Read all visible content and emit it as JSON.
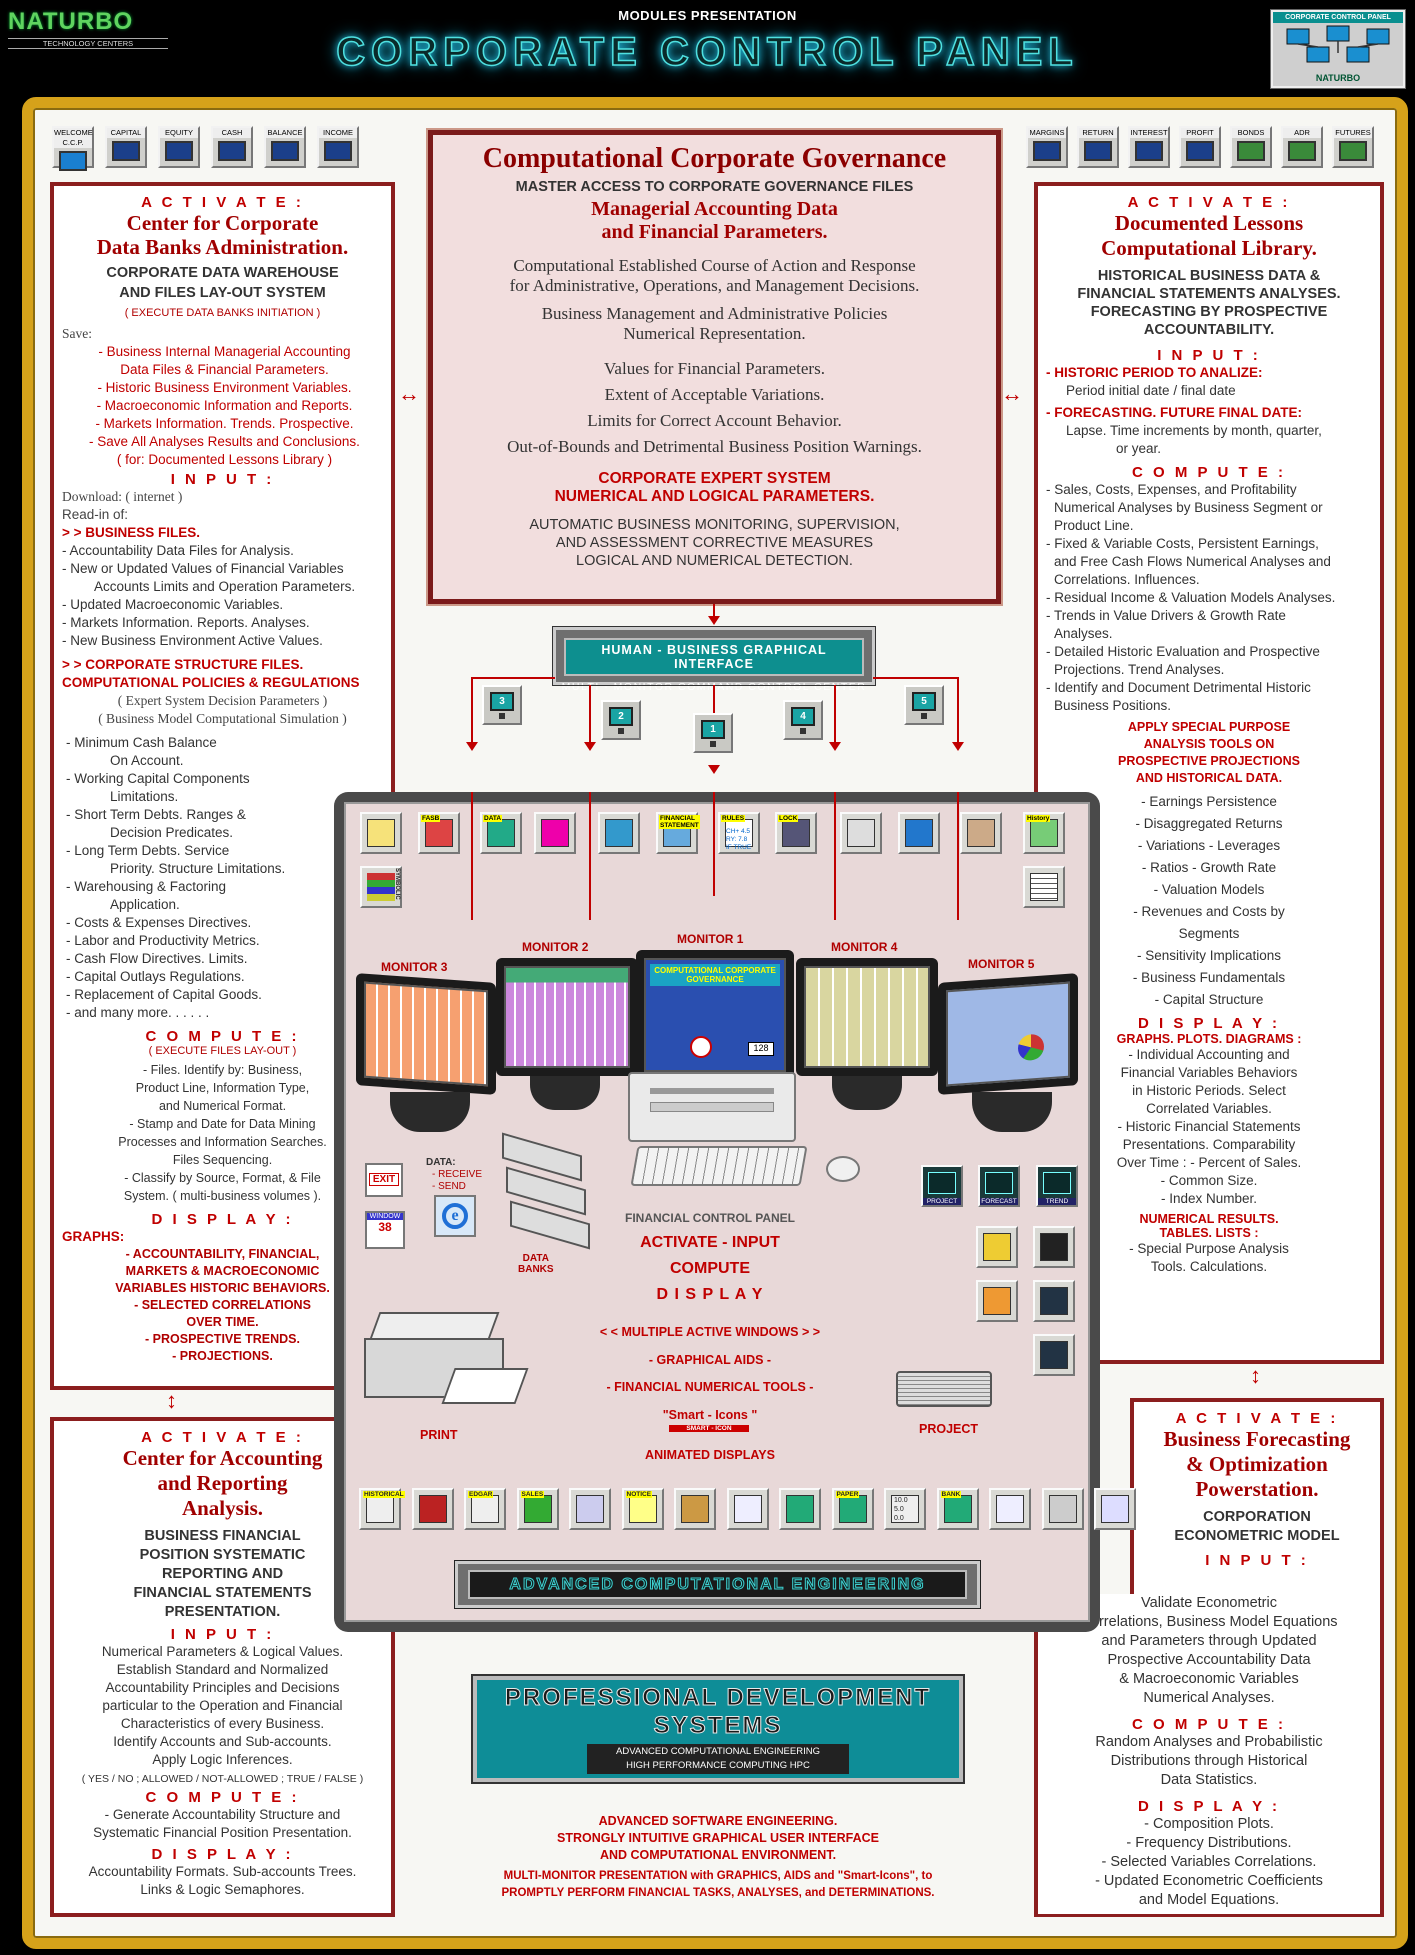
{
  "header": {
    "logo": "NATURBO",
    "logo_sub": "TECHNOLOGY CENTERS",
    "subtitle": "MODULES   PRESENTATION",
    "title": "CORPORATE  CONTROL  PANEL",
    "badge_title": "CORPORATE CONTROL PANEL",
    "badge_name": "NATURBO"
  },
  "toolbar_left": [
    {
      "label": "WELCOME C.C.P.",
      "icon": "welcome-monitor-icon"
    },
    {
      "label": "CAPITAL",
      "icon": "capital-terminal-icon"
    },
    {
      "label": "EQUITY",
      "icon": "equity-terminal-icon"
    },
    {
      "label": "CASH",
      "icon": "cash-terminal-icon"
    },
    {
      "label": "BALANCE",
      "icon": "balance-terminal-icon"
    },
    {
      "label": "INCOME",
      "icon": "income-terminal-icon"
    }
  ],
  "toolbar_right": [
    {
      "label": "MARGINS",
      "icon": "margins-monitor-icon"
    },
    {
      "label": "RETURN",
      "icon": "return-monitor-icon"
    },
    {
      "label": "INTEREST",
      "icon": "interest-monitor-icon"
    },
    {
      "label": "PROFIT",
      "icon": "profit-monitor-icon"
    },
    {
      "label": "BONDS",
      "icon": "bonds-terminal-icon"
    },
    {
      "label": "ADR",
      "icon": "adr-terminal-icon"
    },
    {
      "label": "FUTURES",
      "icon": "futures-terminal-icon"
    }
  ],
  "center_box": {
    "title": "Computational Corporate Governance",
    "line1": "MASTER ACCESS TO CORPORATE GOVERNANCE FILES",
    "line2": "Managerial Accounting Data",
    "line3": "and Financial Parameters.",
    "para1a": "Computational Established Course of Action and Response",
    "para1b": "for Administrative, Operations, and Management Decisions.",
    "para2a": "Business Management and Administrative Policies",
    "para2b": "Numerical Representation.",
    "v1": "Values for Financial Parameters.",
    "v2": "Extent of Acceptable Variations.",
    "v3": "Limits for Correct Account Behavior.",
    "v4": "Out-of-Bounds and Detrimental Business Position Warnings.",
    "expert1": "CORPORATE EXPERT SYSTEM",
    "expert2": "NUMERICAL AND LOGICAL PARAMETERS.",
    "auto1": "AUTOMATIC BUSINESS MONITORING, SUPERVISION,",
    "auto2": "AND ASSESSMENT CORRECTIVE MEASURES",
    "auto3": "LOGICAL AND NUMERICAL DETECTION."
  },
  "hbgi": {
    "title": "HUMAN - BUSINESS  GRAPHICAL  INTERFACE",
    "sub": "MULTI - MONITOR  COMMAND  CONTROL  CENTER"
  },
  "monitor_buttons": [
    "3",
    "2",
    "1",
    "4",
    "5"
  ],
  "left_panel": {
    "activate": "A C T I V A T E :",
    "title1": "Center for Corporate",
    "title2": "Data Banks Administration.",
    "sub1": "CORPORATE DATA WAREHOUSE",
    "sub2": "AND FILES LAY-OUT SYSTEM",
    "exec": "( EXECUTE DATA BANKS INITIATION )",
    "save": "Save:",
    "save_items": [
      "- Business Internal Managerial Accounting",
      "Data Files & Financial Parameters.",
      "- Historic Business Environment Variables.",
      "- Macroeconomic Information and Reports.",
      "- Markets Information. Trends. Prospective.",
      "- Save All Analyses Results and Conclusions.",
      "( for: Documented Lessons Library )"
    ],
    "input": "I N P U T :",
    "download": "Download: ( internet )",
    "readin": "Read-in of:",
    "bfiles": "> > BUSINESS FILES.",
    "read_items": [
      "- Accountability Data Files for Analysis.",
      "- New or Updated Values of Financial Variables",
      "Accounts Limits and Operation Parameters.",
      "- Updated Macroeconomic Variables.",
      "- Markets Information. Reports. Analyses.",
      "- New Business Environment Active Values."
    ],
    "csf1": "> > CORPORATE STRUCTURE FILES.",
    "csf2": "COMPUTATIONAL POLICIES & REGULATIONS",
    "esdp": "( Expert System Decision Parameters )",
    "bmcs": "( Business Model Computational Simulation )",
    "policy_items": [
      "- Minimum Cash Balance",
      "On Account.",
      "- Working Capital Components",
      "Limitations.",
      "- Short Term Debts. Ranges &",
      "Decision Predicates.",
      "- Long Term Debts. Service",
      "Priority. Structure Limitations.",
      "- Warehousing & Factoring",
      "Application.",
      "- Costs & Expenses Directives.",
      "- Labor and Productivity Metrics.",
      "- Cash Flow Directives. Limits.",
      "- Capital Outlays Regulations.",
      "- Replacement of Capital Goods.",
      "- and many more. . . . . ."
    ],
    "compute": "C O M P U T E :",
    "exec2": "( EXECUTE FILES LAY-OUT )",
    "compute_items": [
      "- Files.  Identify by:   Business,",
      "Product Line, Information Type,",
      "and Numerical Format.",
      "- Stamp and Date for Data Mining",
      "Processes and Information Searches.",
      "Files Sequencing.",
      "- Classify by Source, Format, & File",
      "System. ( multi-business volumes )."
    ],
    "display": "D I S P L A Y :",
    "graphs": "GRAPHS:",
    "display_items": [
      "- ACCOUNTABILITY,  FINANCIAL,",
      "MARKETS & MACROECONOMIC",
      "VARIABLES HISTORIC BEHAVIORS.",
      "- SELECTED CORRELATIONS",
      "OVER TIME.",
      "- PROSPECTIVE TRENDS.",
      "- PROJECTIONS."
    ]
  },
  "right_panel": {
    "activate": "A C T I V A T E :",
    "title1": "Documented Lessons",
    "title2": "Computational Library.",
    "sub": [
      "HISTORICAL BUSINESS DATA &",
      "FINANCIAL STATEMENTS ANALYSES.",
      "FORECASTING BY PROSPECTIVE",
      "ACCOUNTABILITY."
    ],
    "input": "I N P U T :",
    "hp": "- HISTORIC PERIOD TO ANALIZE:",
    "hp_val": "Period initial date / final date",
    "fc": "- FORECASTING. FUTURE FINAL DATE:",
    "fc_val1": "Lapse. Time increments by month, quarter,",
    "fc_val2": "or year.",
    "compute": "C O M P U T E :",
    "compute_items": [
      "- Sales, Costs, Expenses, and Profitability",
      "Numerical Analyses by Business Segment or",
      "Product Line.",
      "- Fixed & Variable Costs, Persistent Earnings,",
      "and Free Cash Flows Numerical Analyses and",
      "Correlations. Influences.",
      "- Residual Income & Valuation Models Analyses.",
      "- Trends in Value Drivers & Growth Rate",
      "Analyses.",
      "- Detailed Historic Evaluation and Prospective",
      "Projections. Trend Analyses.",
      "- Identify and Document Detrimental Historic",
      "Business Positions."
    ],
    "apply": [
      "APPLY SPECIAL PURPOSE",
      "ANALYSIS TOOLS ON",
      "PROSPECTIVE PROJECTIONS",
      "AND HISTORICAL DATA."
    ],
    "tools": [
      "- Earnings Persistence",
      "- Disaggregated Returns",
      "- Variations     - Leverages",
      "- Ratios     - Growth Rate",
      "- Valuation Models",
      "- Revenues and Costs by",
      "Segments",
      "- Sensitivity Implications",
      "- Business Fundamentals",
      "- Capital Structure"
    ],
    "display": "D I S P L A Y :",
    "gpd": "GRAPHS. PLOTS. DIAGRAMS :",
    "display_items": [
      "- Individual Accounting and",
      "Financial Variables Behaviors",
      "in Historic Periods. Select",
      "Correlated Variables.",
      "- Historic Financial Statements",
      "Presentations. Comparability",
      "Over Time : - Percent of Sales.",
      "- Common Size.",
      "- Index Number."
    ],
    "nrt1": "NUMERICAL RESULTS.",
    "nrt2": "TABLES.  LISTS :",
    "spa1": "- Special Purpose Analysis",
    "spa2": "Tools.  Calculations."
  },
  "left_bottom": {
    "activate": "A C T I V A T E :",
    "title": [
      "Center for Accounting",
      "and Reporting",
      "Analysis."
    ],
    "sub": [
      "BUSINESS FINANCIAL",
      "POSITION SYSTEMATIC",
      "REPORTING AND",
      "FINANCIAL STATEMENTS",
      "PRESENTATION."
    ],
    "input": "I N P U T :",
    "input_items": [
      "Numerical Parameters & Logical Values.",
      "Establish Standard and Normalized",
      "Accountability Principles and Decisions",
      "particular to the Operation and Financial",
      "Characteristics of every Business.",
      "Identify Accounts and Sub-accounts.",
      "Apply Logic Inferences."
    ],
    "logic": "( YES / NO ;  ALLOWED / NOT-ALLOWED ;  TRUE / FALSE )",
    "compute": "C O M P U T E :",
    "compute_items": [
      "- Generate Accountability Structure and",
      "Systematic Financial Position Presentation."
    ],
    "display": "D I S P L A Y :",
    "display_items": [
      "Accountability Formats. Sub-accounts Trees.",
      "Links & Logic Semaphores."
    ]
  },
  "right_bottom": {
    "activate": "A C T I V A T E :",
    "title": [
      "Business Forecasting",
      "& Optimization",
      "Powerstation."
    ],
    "sub": [
      "CORPORATION",
      "ECONOMETRIC MODEL"
    ],
    "input": "I N P U T :",
    "input_items": [
      "Validate Econometric",
      "Correlations, Business Model Equations",
      "and Parameters through Updated",
      "Prospective Accountability Data",
      "&  Macroeconomic Variables",
      "Numerical Analyses."
    ],
    "compute": "C O M P U T E :",
    "compute_items": [
      "Random Analyses and Probabilistic",
      "Distributions through Historical",
      "Data Statistics."
    ],
    "display": "D I S P L A Y :",
    "display_items": [
      "- Composition Plots.",
      "- Frequency Distributions.",
      "- Selected Variables Correlations.",
      "- Updated Econometric Coefficients",
      "and Model Equations."
    ]
  },
  "workstation": {
    "icons_top": [
      {
        "label": "",
        "icon": "formula-icon"
      },
      {
        "label": "FASB",
        "icon": "fasb-book-icon"
      },
      {
        "label": "DATA",
        "icon": "data-terminal-icon"
      },
      {
        "label": "",
        "icon": "binders-icon"
      },
      {
        "label": "",
        "icon": "flowchart-icon"
      },
      {
        "label": "FINANCIAL STATEMENT",
        "icon": "financial-statement-icon"
      },
      {
        "label": "RULES",
        "icon": "rules-icon"
      },
      {
        "label": "LOCK",
        "icon": "lock-icon"
      },
      {
        "label": "",
        "icon": "spreadsheet-icon"
      },
      {
        "label": "",
        "icon": "globe-icon"
      },
      {
        "label": "",
        "icon": "bank-building-icon"
      },
      {
        "label": "History",
        "icon": "history-chart-icon"
      }
    ],
    "rules_text": [
      "CH+ 4.5",
      "RY: 7.8",
      "IF TRUE"
    ],
    "symbolic": "SYMBOLIC",
    "monitors": [
      "MONITOR 3",
      "MONITOR 2",
      "MONITOR 1",
      "MONITOR 4",
      "MONITOR 5"
    ],
    "m1_text1": "COMPUTATIONAL CORPORATE",
    "m1_text2": "GOVERNANCE",
    "m1_readout": "128",
    "exit": "EXIT",
    "window": "WINDOW",
    "window_num": "38",
    "data1": "DATA:",
    "data2": "- RECEIVE",
    "data3": "- SEND",
    "data_banks1": "DATA",
    "data_banks2": "BANKS",
    "fcp": "FINANCIAL CONTROL PANEL",
    "aic": "ACTIVATE - INPUT",
    "compute": "COMPUTE",
    "display": "D I S P L A Y",
    "mw": "< < MULTIPLE  ACTIVE  WINDOWS > >",
    "ga": "- GRAPHICAL  AIDS  -",
    "fnt": "- FINANCIAL  NUMERICAL  TOOLS  -",
    "si": "\"Smart - Icons \"",
    "si_badge": "SMART - ICON",
    "anim": "ANIMATED DISPLAYS",
    "print": "PRINT",
    "project": "PROJECT",
    "side_icons": [
      {
        "label": "PROJECT",
        "icon": "project-chart-icon"
      },
      {
        "label": "FORECAST",
        "icon": "forecast-chart-icon"
      },
      {
        "label": "TREND",
        "icon": "trend-chart-icon"
      }
    ],
    "bottom_icons": [
      {
        "label": "HISTORICAL",
        "icon": "historical-doc-icon"
      },
      {
        "label": "",
        "icon": "red-books-icon"
      },
      {
        "label": "EDGAR",
        "icon": "edgar-chart-icon"
      },
      {
        "label": "SALES",
        "icon": "sales-icon"
      },
      {
        "label": "",
        "icon": "calculator-icon"
      },
      {
        "label": "NOTICE",
        "icon": "notice-icon"
      },
      {
        "label": "",
        "icon": "ledger-icon"
      },
      {
        "label": "",
        "icon": "notepad-icon"
      },
      {
        "label": "",
        "icon": "chart-terminal-icon"
      },
      {
        "label": "PAPER",
        "icon": "paper-terminal-icon"
      },
      {
        "label": "10.0",
        "icon": "numbers-icon"
      },
      {
        "label": "BANK",
        "icon": "bank-terminal-icon"
      },
      {
        "label": "",
        "icon": "bar-report-icon"
      },
      {
        "label": "",
        "icon": "trend-line-icon"
      },
      {
        "label": "",
        "icon": "grid-calendar-icon"
      }
    ],
    "numbers_text": [
      "10.0",
      "5.0",
      "0.0"
    ],
    "bar_label": "ADVANCED COMPUTATIONAL ENGINEERING"
  },
  "pds": {
    "title1": "PROFESSIONAL  DEVELOPMENT",
    "title2": "SYSTEMS",
    "sub1": "ADVANCED COMPUTATIONAL ENGINEERING",
    "sub2": "HIGH PERFORMANCE COMPUTING HPC"
  },
  "footer": [
    "ADVANCED SOFTWARE ENGINEERING.",
    "STRONGLY  INTUITIVE  GRAPHICAL  USER  INTERFACE",
    "AND  COMPUTATIONAL  ENVIRONMENT.",
    "MULTI-MONITOR PRESENTATION with GRAPHICS, AIDS  and \"Smart-Icons\", to",
    "PROMPTLY PERFORM FINANCIAL TASKS, ANALYSES, and DETERMINATIONS."
  ],
  "colors": {
    "frame": "#d6a21a",
    "panel_border": "#8b1e1e",
    "accent_red": "#c00000",
    "teal": "#1aa4a4"
  }
}
